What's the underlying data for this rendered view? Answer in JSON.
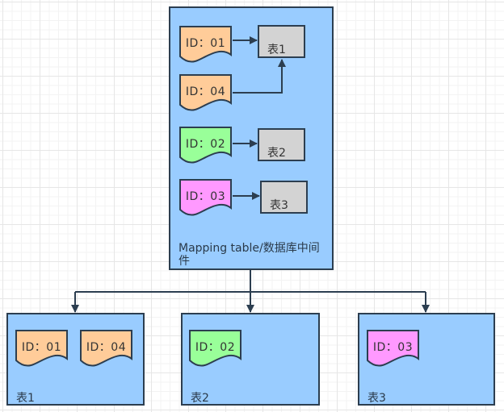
{
  "mapping_table": {
    "label": "Mapping table/数据库中间件",
    "label_line1": "Mapping table/数据库中间",
    "label_line2": "件",
    "ids": [
      {
        "text": "ID：01",
        "color": "#ffcc99",
        "target": "表1"
      },
      {
        "text": "ID：04",
        "color": "#ffcc99",
        "target": "表1"
      },
      {
        "text": "ID：02",
        "color": "#99ff99",
        "target": "表2"
      },
      {
        "text": "ID：03",
        "color": "#ff99ff",
        "target": "表3"
      }
    ],
    "tables": [
      {
        "text": "表1"
      },
      {
        "text": "表2"
      },
      {
        "text": "表3"
      }
    ]
  },
  "shards": [
    {
      "label": "表1",
      "ids": [
        {
          "text": "ID：01",
          "color": "#ffcc99"
        },
        {
          "text": "ID：04",
          "color": "#ffcc99"
        }
      ]
    },
    {
      "label": "表2",
      "ids": [
        {
          "text": "ID：02",
          "color": "#99ff99"
        }
      ]
    },
    {
      "label": "表3",
      "ids": [
        {
          "text": "ID：03",
          "color": "#ff99ff"
        }
      ]
    }
  ],
  "colors": {
    "container_fill": "#99ccff",
    "table_fill": "#d3d3d3",
    "stroke": "#2c3e50"
  }
}
